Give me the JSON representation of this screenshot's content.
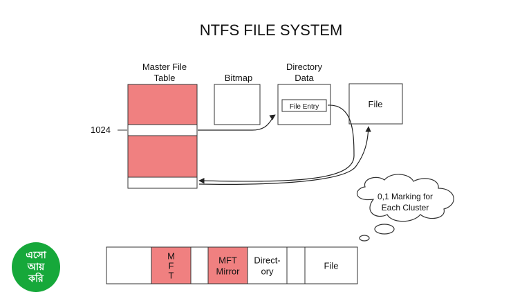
{
  "title": "NTFS FILE SYSTEM",
  "mft": {
    "label_line1": "Master File",
    "label_line2": "Table",
    "offset_label": "1024"
  },
  "bitmap": {
    "label": "Bitmap"
  },
  "directory": {
    "label_line1": "Directory",
    "label_line2": "Data",
    "entry_label": "File Entry"
  },
  "file_box": {
    "label": "File"
  },
  "thought": {
    "line1": "0,1 Marking for",
    "line2": "Each Cluster"
  },
  "disk_layout": [
    {
      "lines": [
        ""
      ],
      "highlight": false
    },
    {
      "lines": [
        "M",
        "F",
        "T"
      ],
      "highlight": true
    },
    {
      "lines": [
        ""
      ],
      "highlight": false
    },
    {
      "lines": [
        "MFT",
        "Mirror"
      ],
      "highlight": true
    },
    {
      "lines": [
        "Direct-",
        "ory"
      ],
      "highlight": false
    },
    {
      "lines": [
        ""
      ],
      "highlight": false
    },
    {
      "lines": [
        "File"
      ],
      "highlight": false
    }
  ],
  "logo": {
    "line1": "এসো",
    "line2": "আয়",
    "line3": "করি"
  },
  "colors": {
    "highlight": "#f08080",
    "stroke": "#333333",
    "logo_bg": "#16a83a"
  }
}
